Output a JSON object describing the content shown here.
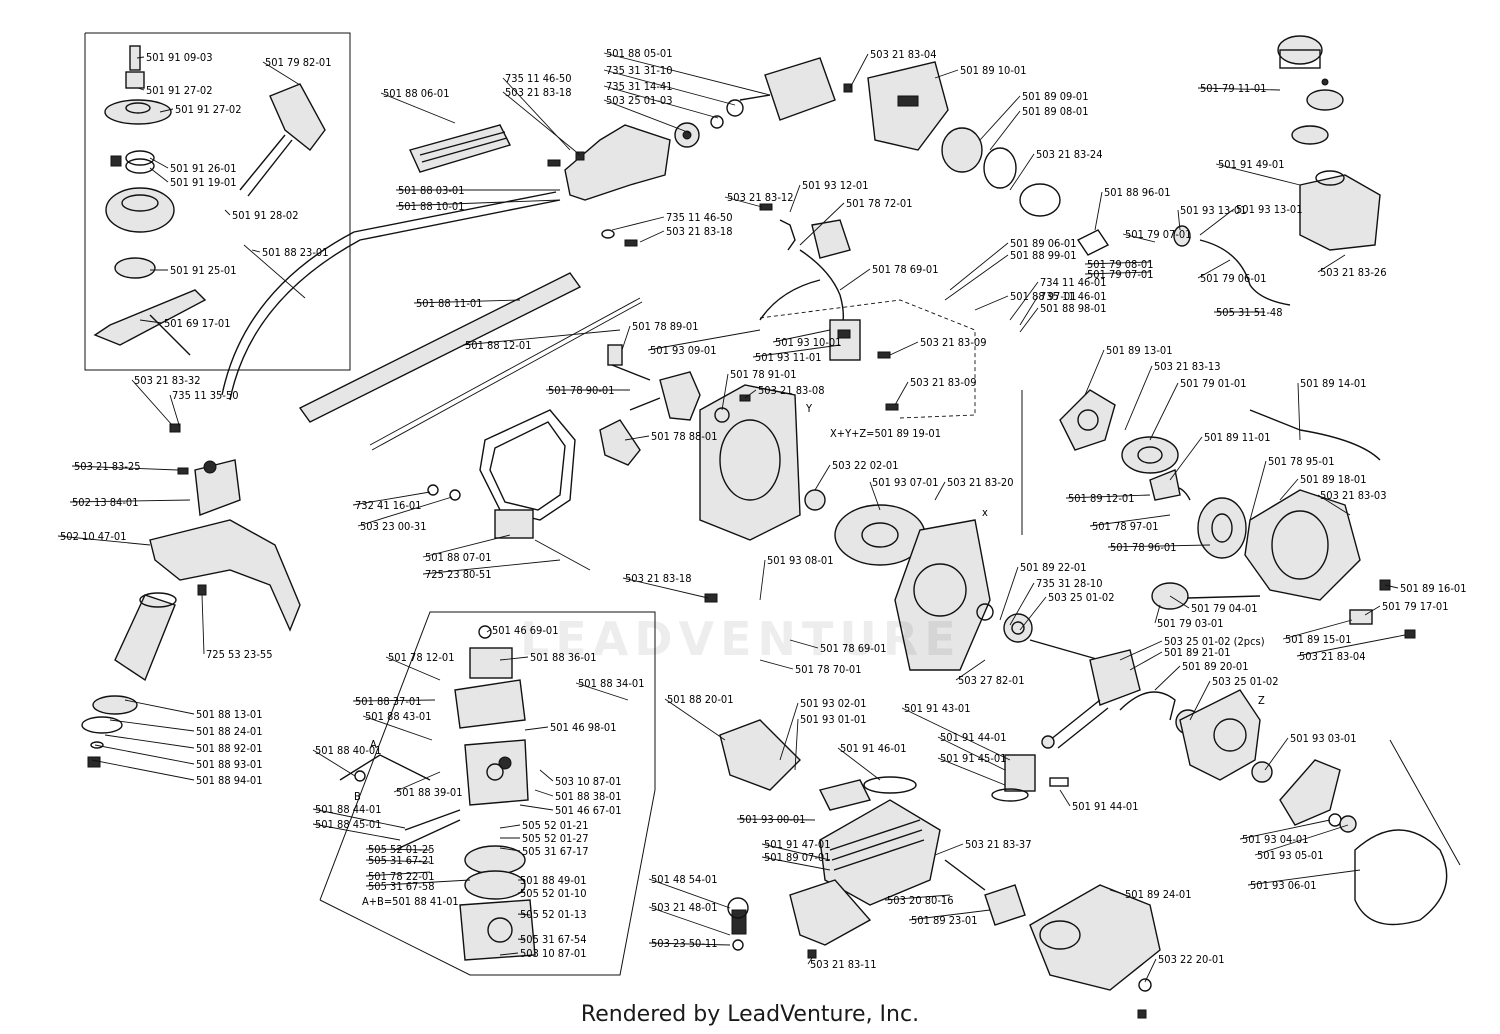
{
  "watermark": "LEADVENTURE",
  "footer": "Rendered by LeadVenture, Inc.",
  "labels": {
    "L001": "501 91 09-03",
    "L002": "501 79 82-01",
    "L003": "501 91 27-02",
    "L004": "501 91 27-02",
    "L005": "501 91 26-01",
    "L006": "501 91 19-01",
    "L007": "501 91 28-02",
    "L008": "501 88 23-01",
    "L009": "501 91 25-01",
    "L010": "501 69 17-01",
    "L011": "501 88 06-01",
    "L012": "735 11 46-50",
    "L013": "503 21 83-18",
    "L014": "501 88 03-01",
    "L015": "501 88 10-01",
    "L016": "735 11 46-50",
    "L017": "503 21 83-18",
    "L018": "501 88 11-01",
    "L019": "501 88 12-01",
    "L020": "501 88 05-01",
    "L021": "735 31 31-10",
    "L022": "735 31 14-41",
    "L023": "503 25 01-03",
    "L024": "503 21 83-04",
    "L025": "501 89 10-01",
    "L026": "501 89 09-01",
    "L027": "501 89 08-01",
    "L028": "503 21 83-24",
    "L029": "501 79 11-01",
    "L030": "501 91 49-01",
    "L031": "503 21 83-26",
    "L032": "505 31 51-48",
    "L033": "501 79 06-01",
    "L034": "501 93 13-01",
    "L035": "501 79 07-01",
    "L036": "501 79 08-01",
    "L037": "501 79 07-01",
    "L038": "501 93 13-01",
    "L039": "501 88 96-01",
    "L040": "503 21 83-12",
    "L041": "501 93 12-01",
    "L042": "501 78 72-01",
    "L043": "501 78 69-01",
    "L044": "501 93 10-01",
    "L045": "501 93 11-01",
    "L046": "501 93 09-01",
    "L047": "503 21 83-09",
    "L048": "503 21 83-09",
    "L049": "X+Y+Z=501 89 19-01",
    "L050": "501 89 06-01",
    "L051": "501 88 99-01",
    "L052": "501 88 97-01",
    "L053": "734 11 46-01",
    "L054": "735 11 46-01",
    "L055": "501 88 98-01",
    "L056": "501 78 89-01",
    "L057": "501 78 90-01",
    "L058": "501 78 91-01",
    "L059": "503 21 83-08",
    "L060": "501 78 88-01",
    "L061": "503 21 83-32",
    "L062": "735 11 35-50",
    "L063": "503 21 83-25",
    "L064": "502 13 84-01",
    "L065": "502 10 47-01",
    "L066": "725 53 23-55",
    "L067": "501 88 13-01",
    "L068": "501 88 24-01",
    "L069": "501 88 92-01",
    "L070": "501 88 93-01",
    "L071": "501 88 94-01",
    "L072": "732 41 16-01",
    "L073": "503 23 00-31",
    "L074": "501 88 07-01",
    "L075": "725 23 80-51",
    "L076": "503 22 02-01",
    "L077": "501 93 07-01",
    "L078": "503 21 83-20",
    "L079": "501 89 22-01",
    "L080": "735 31 28-10",
    "L081": "503 25 01-02",
    "L082": "503 21 83-18",
    "L083": "501 93 08-01",
    "L084": "501 78 69-01",
    "L085": "501 78 70-01",
    "L086": "503 27 82-01",
    "L087": "501 89 13-01",
    "L088": "503 21 83-13",
    "L089": "501 79 01-01",
    "L090": "501 89 14-01",
    "L091": "501 89 11-01",
    "L092": "501 89 12-01",
    "L093": "501 78 95-01",
    "L094": "501 89 18-01",
    "L095": "503 21 83-03",
    "L096": "501 78 97-01",
    "L097": "501 78 96-01",
    "L098": "501 89 16-01",
    "L099": "501 79 17-01",
    "L100": "501 79 04-01",
    "L101": "501 79 03-01",
    "L102": "501 89 15-01",
    "L103": "503 21 83-04",
    "L104": "503 25 01-02 (2pcs)",
    "L105": "501 89 21-01",
    "L106": "501 89 20-01",
    "L107": "503 25 01-02",
    "L108": "501 93 03-01",
    "L109": "501 93 04-01",
    "L110": "501 93 05-01",
    "L111": "501 93 06-01",
    "L112": "501 46 69-01",
    "L113": "501 78 12-01",
    "L114": "501 88 36-01",
    "L115": "501 88 34-01",
    "L116": "501 88 37-01",
    "L117": "501 88 43-01",
    "L118": "501 46 98-01",
    "L119": "501 88 40-01",
    "L120": "501 88 39-01",
    "L121": "503 10 87-01",
    "L122": "501 88 38-01",
    "L123": "501 46 67-01",
    "L124": "501 88 44-01",
    "L125": "501 88 45-01",
    "L126": "505 52 01-21",
    "L127": "505 52 01-27",
    "L128": "505 31 67-17",
    "L129": "505 52 01-25",
    "L130": "505 31 67-21",
    "L131": "501 78 22-01",
    "L132": "505 31 67-58",
    "L133": "501 88 49-01",
    "L134": "505 52 01-10",
    "L135": "505 52 01-13",
    "L136": "A+B=501 88 41-01",
    "L137": "505 31 67-54",
    "L138": "503 10 87-01",
    "L139": "501 88 20-01",
    "L140": "501 93 02-01",
    "L141": "501 93 01-01",
    "L142": "501 91 46-01",
    "L143": "501 91 43-01",
    "L144": "501 91 44-01",
    "L145": "501 91 45-01",
    "L146": "501 91 44-01",
    "L147": "501 93 00-01",
    "L148": "501 91 47-01",
    "L149": "501 89 07-01",
    "L150": "503 21 83-37",
    "L151": "503 20 80-16",
    "L152": "501 89 23-01",
    "L153": "501 89 24-01",
    "L154": "503 22 20-01",
    "L155": "503 21 83-11",
    "L156": "501 48 54-01",
    "L157": "503 21 48-01",
    "L158": "503 23 50-11",
    "L159": "A",
    "L160": "B",
    "L161": "Y",
    "L162": "x",
    "L163": "Z"
  }
}
